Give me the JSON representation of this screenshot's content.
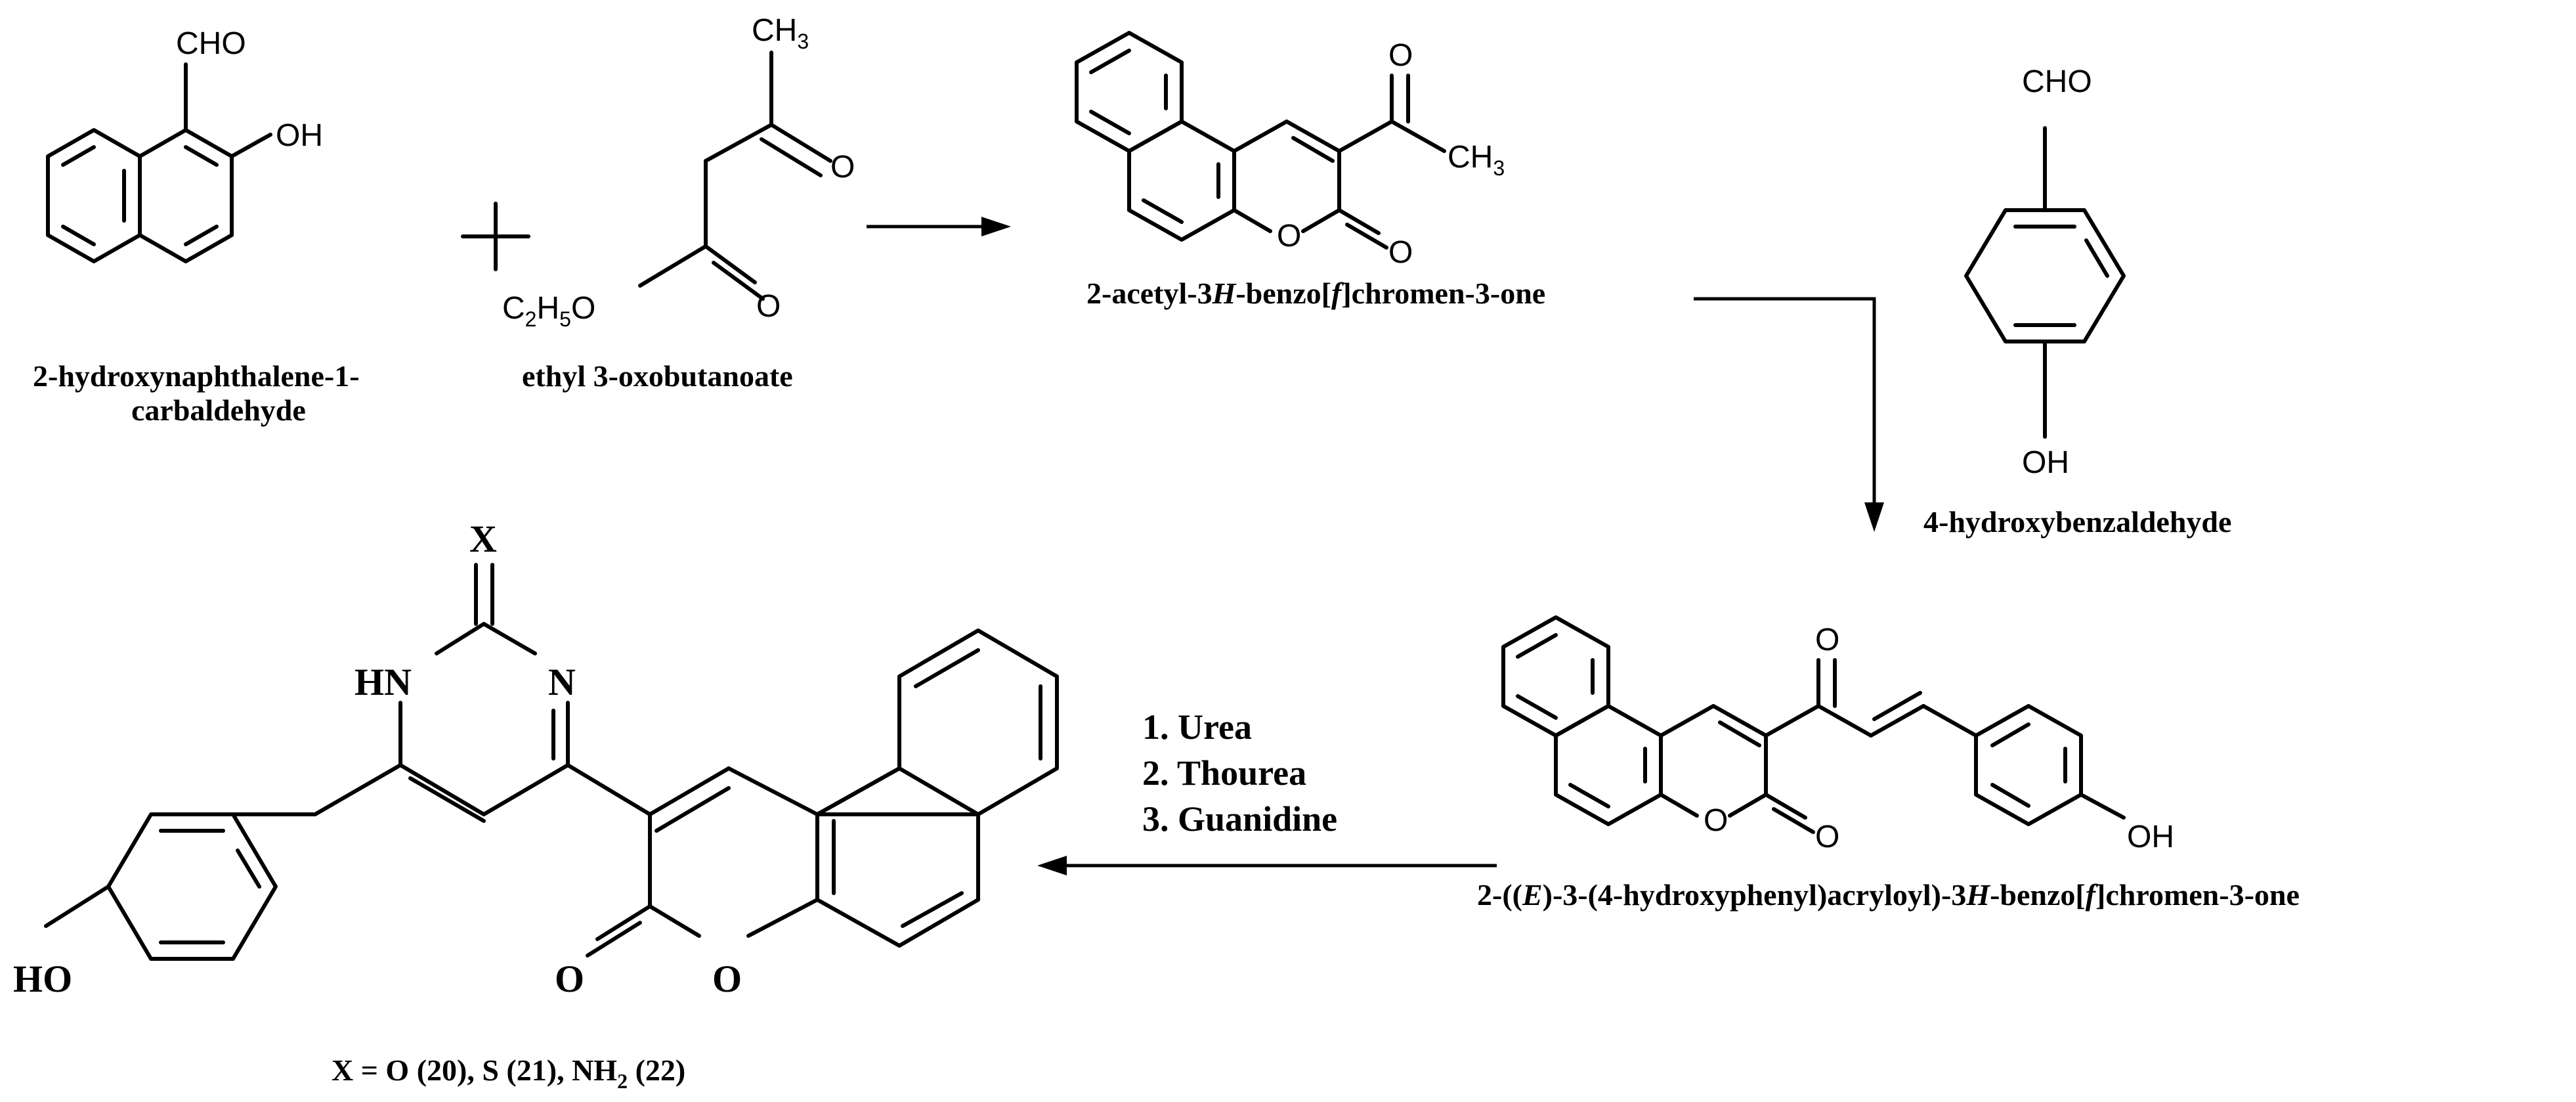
{
  "atoms": {
    "cho": "CHO",
    "oh": "OH",
    "ch3": "CH3",
    "o": "O",
    "c2h5o": "C2H5O",
    "x": "X",
    "hn": "HN",
    "n": "N",
    "ho": "HO"
  },
  "compounds": {
    "naphthaldehyde_line1": "2-hydroxynaphthalene-1-",
    "naphthaldehyde_line2": "carbaldehyde",
    "ester": "ethyl 3-oxobutanoate",
    "acetyl_coumarin_pre": "2-acetyl-3",
    "acetyl_coumarin_h": "H",
    "acetyl_coumarin_mid": "-benzo[",
    "acetyl_coumarin_f": "f",
    "acetyl_coumarin_post": "]chromen-3-one",
    "hydroxybenzaldehyde": "4-hydroxybenzaldehyde",
    "chalcone_pre": "2-((",
    "chalcone_e": "E",
    "chalcone_mid1": ")-3-(4-hydroxyphenyl)acryloyl)-3",
    "chalcone_h": "H",
    "chalcone_mid2": "-benzo[",
    "chalcone_f": "f",
    "chalcone_post": "]chromen-3-one",
    "product_label_pre": "X = O (20), S (21), NH",
    "product_label_sub": "2",
    "product_label_post": " (22)"
  },
  "conditions": {
    "step1": "1. Urea",
    "step2": "2. Thourea",
    "step3": "3. Guanidine"
  },
  "plus": "+"
}
